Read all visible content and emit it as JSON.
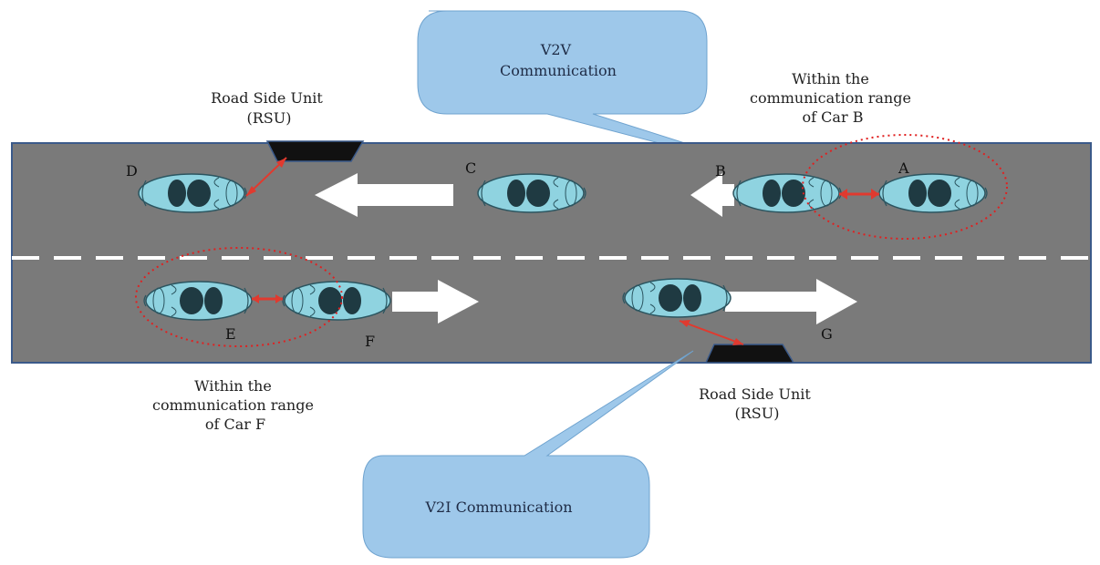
{
  "colors": {
    "road": "#7a7a7a",
    "road_border": "#3b5a8a",
    "lane_marking": "#ffffff",
    "car_body": "#8fd3e0",
    "car_window": "#1f3a42",
    "arrow": "#ffffff",
    "link": "#e03a2f",
    "range_circle": "#e02020",
    "bubble": "#9ec8ea",
    "rsu": "#111111"
  },
  "speech_bubbles": {
    "v2v": {
      "lines": [
        "V2V",
        "Communication"
      ]
    },
    "v2i": {
      "lines": [
        "V2I Communication"
      ]
    }
  },
  "rsu_top": {
    "lines": [
      "Road Side Unit",
      "(RSU)"
    ]
  },
  "rsu_bottom": {
    "lines": [
      "Road Side Unit",
      "(RSU)"
    ]
  },
  "range_note_b": {
    "lines": [
      "Within the",
      "communication range",
      "of Car B"
    ]
  },
  "range_note_f": {
    "lines": [
      "Within the",
      "communication range",
      "of Car F"
    ]
  },
  "cars": {
    "a": {
      "label": "A",
      "icon": "car-icon"
    },
    "b": {
      "label": "B",
      "icon": "car-icon"
    },
    "c": {
      "label": "C",
      "icon": "car-icon"
    },
    "d": {
      "label": "D",
      "icon": "car-icon"
    },
    "e": {
      "label": "E",
      "icon": "car-icon"
    },
    "f": {
      "label": "F",
      "icon": "car-icon"
    },
    "g": {
      "label": "G",
      "icon": "car-icon"
    }
  }
}
